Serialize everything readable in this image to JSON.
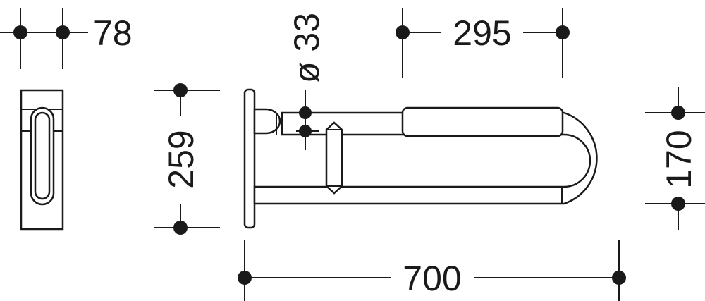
{
  "dimensions": {
    "depth": "78",
    "tube_diameter": "ø 33",
    "grip_length": "295",
    "plate_height": "259",
    "rail_spacing": "170",
    "overall_length": "700"
  }
}
